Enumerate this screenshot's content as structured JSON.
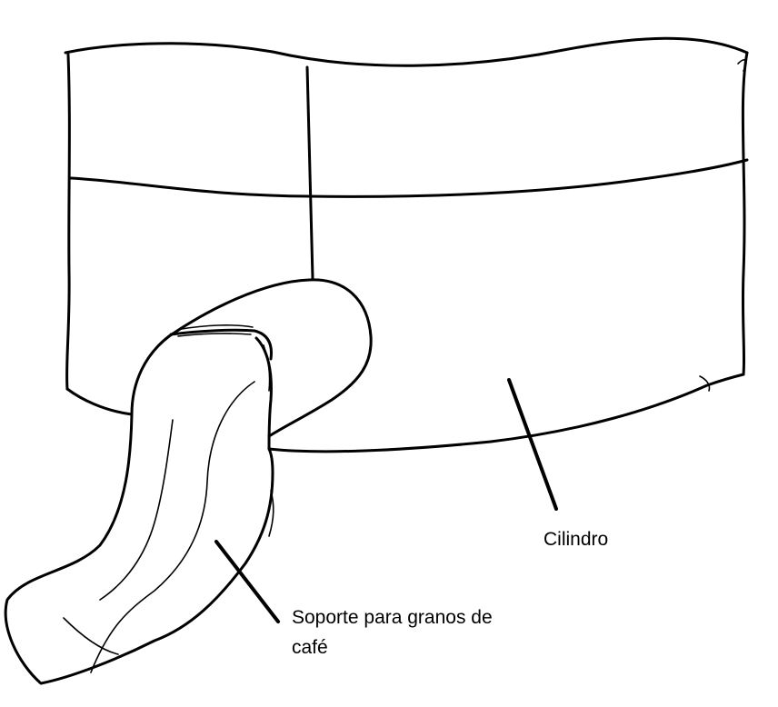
{
  "labels": {
    "cylinder": "Cilindro",
    "holder_line1": "Soporte para granos de",
    "holder_line2": "café"
  },
  "colors": {
    "ink": "#000000",
    "background": "#ffffff"
  }
}
